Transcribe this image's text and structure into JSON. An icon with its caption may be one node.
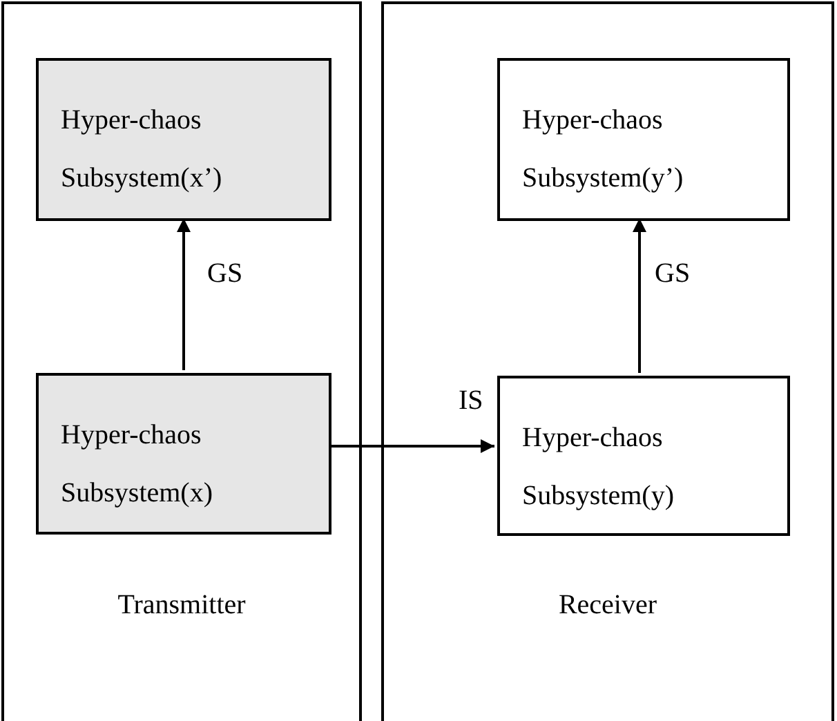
{
  "diagram": {
    "nodes": [
      {
        "text": [
          "Transmitter"
        ]
      },
      {
        "text": [
          "Hyper-chaos Subsystem(x’)"
        ],
        "in": 0
      },
      {
        "text": [
          "Hyper-chaos Subsystem(x)"
        ],
        "in": 0
      },
      {
        "text": [
          "Receiver"
        ]
      },
      {
        "text": [
          "Hyper-chaos Subsystem(y’)"
        ],
        "in": 3
      },
      {
        "text": [
          "Hyper-chaos Subsystem(y)"
        ],
        "in": 3
      }
    ],
    "edges": [
      {
        "from": 2,
        "to": 1,
        "arrow": "to",
        "label": "GS"
      },
      {
        "from": 5,
        "to": 4,
        "arrow": "to",
        "label": "GS"
      },
      {
        "from": 2,
        "to": 5,
        "arrow": "to",
        "label": "IS"
      }
    ]
  }
}
